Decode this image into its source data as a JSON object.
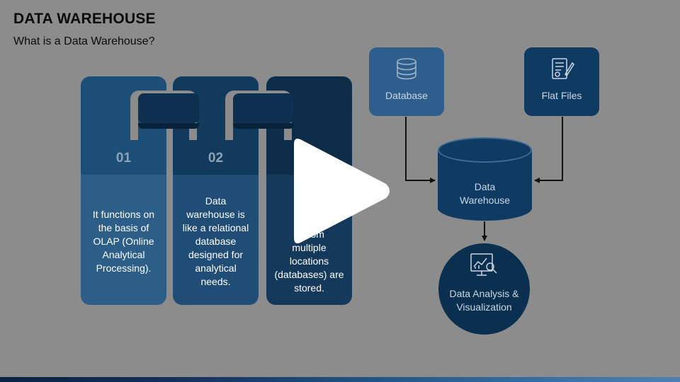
{
  "header": {
    "title": "DATA WAREHOUSE",
    "subtitle": "What is a Data Warehouse?"
  },
  "cards": [
    {
      "number": "01",
      "lines": [
        "It functions on",
        "the basis of",
        "OLAP (Online",
        "Analytical",
        "Processing)."
      ]
    },
    {
      "number": "02",
      "lines": [
        "Data",
        "warehouse is",
        "like a relational",
        "database",
        "designed for",
        "analytical",
        "needs."
      ]
    },
    {
      "number": "",
      "lines": [
        "It",
        "loca",
        "co",
        "a    om",
        "multiple",
        "locations",
        "(databases) are",
        "stored."
      ]
    }
  ],
  "diagram": {
    "database_label": "Database",
    "flat_files_label": "Flat Files",
    "warehouse_lines": [
      "Data",
      "Warehouse"
    ],
    "analysis_lines": [
      "Data Analysis &",
      "Visualization"
    ]
  },
  "icons": {
    "database": "database-icon",
    "flat_files": "document-checklist-icon",
    "analysis": "chart-magnifier-icon",
    "play": "play-icon"
  },
  "colors": {
    "background": "#8c8c8c",
    "card1": "#2d5e88",
    "card2": "#204d76",
    "card3": "#15395b",
    "node_light": "#2e5f8c",
    "node_dark": "#0f3a62",
    "text_light": "#c9d6e3"
  }
}
